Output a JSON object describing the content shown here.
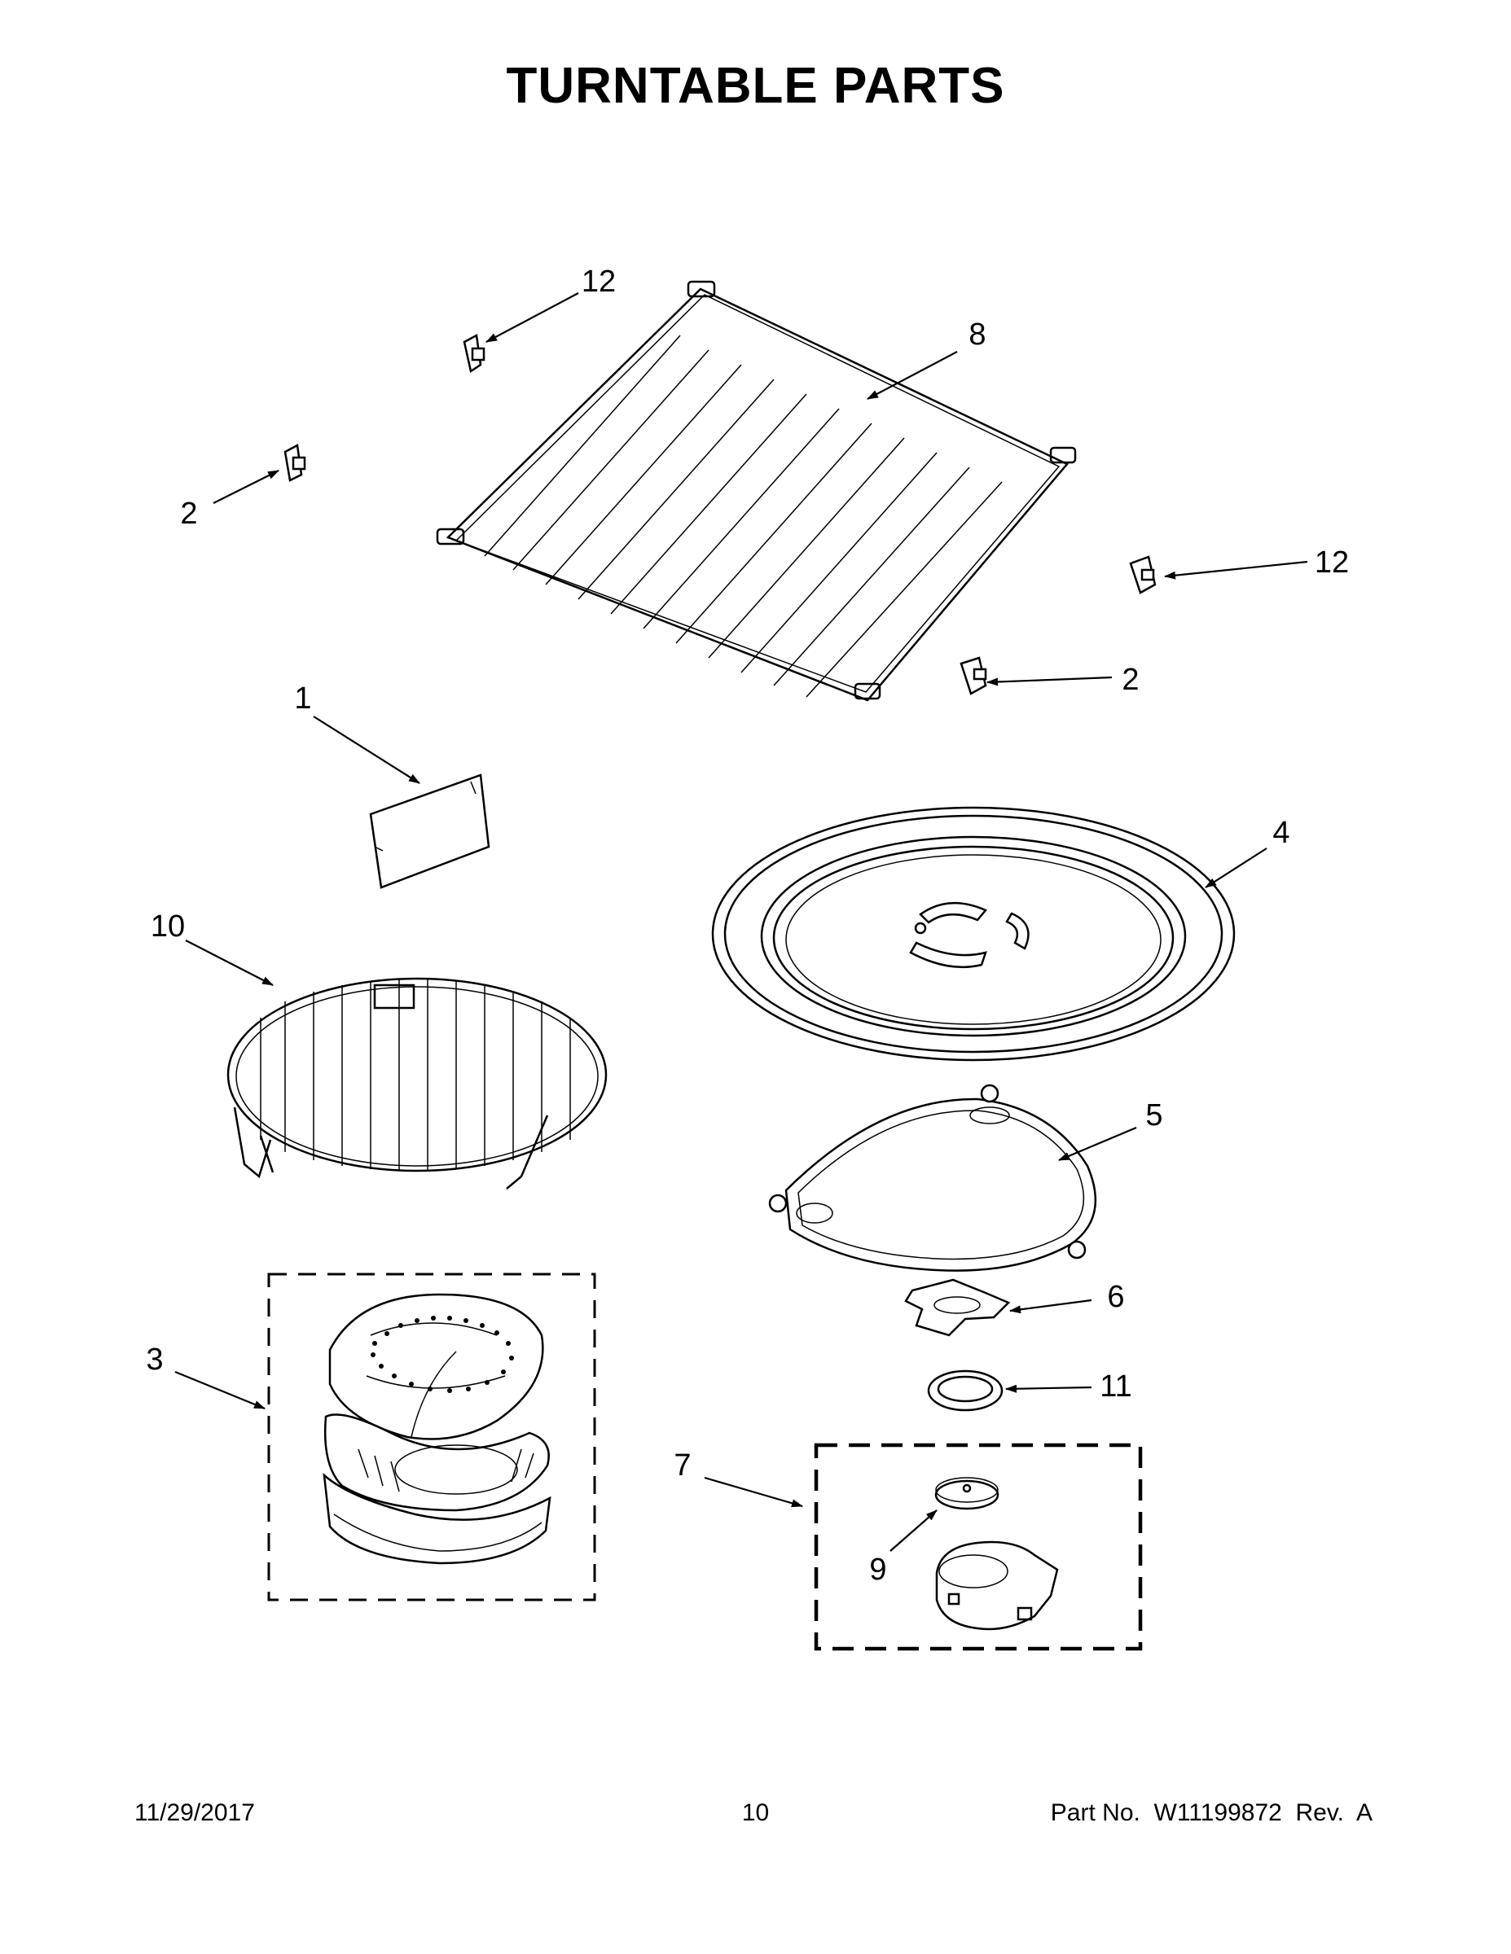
{
  "title": "TURNTABLE PARTS",
  "callouts": [
    {
      "id": "c12a",
      "label": "12"
    },
    {
      "id": "c8",
      "label": "8"
    },
    {
      "id": "c2a",
      "label": "2"
    },
    {
      "id": "c12b",
      "label": "12"
    },
    {
      "id": "c2b",
      "label": "2"
    },
    {
      "id": "c1",
      "label": "1"
    },
    {
      "id": "c4",
      "label": "4"
    },
    {
      "id": "c10",
      "label": "10"
    },
    {
      "id": "c5",
      "label": "5"
    },
    {
      "id": "c6",
      "label": "6"
    },
    {
      "id": "c3",
      "label": "3"
    },
    {
      "id": "c11",
      "label": "11"
    },
    {
      "id": "c7",
      "label": "7"
    },
    {
      "id": "c9",
      "label": "9"
    }
  ],
  "footer": {
    "date": "11/29/2017",
    "page": "10",
    "part_no": "Part No.  W11199872  Rev.  A"
  }
}
